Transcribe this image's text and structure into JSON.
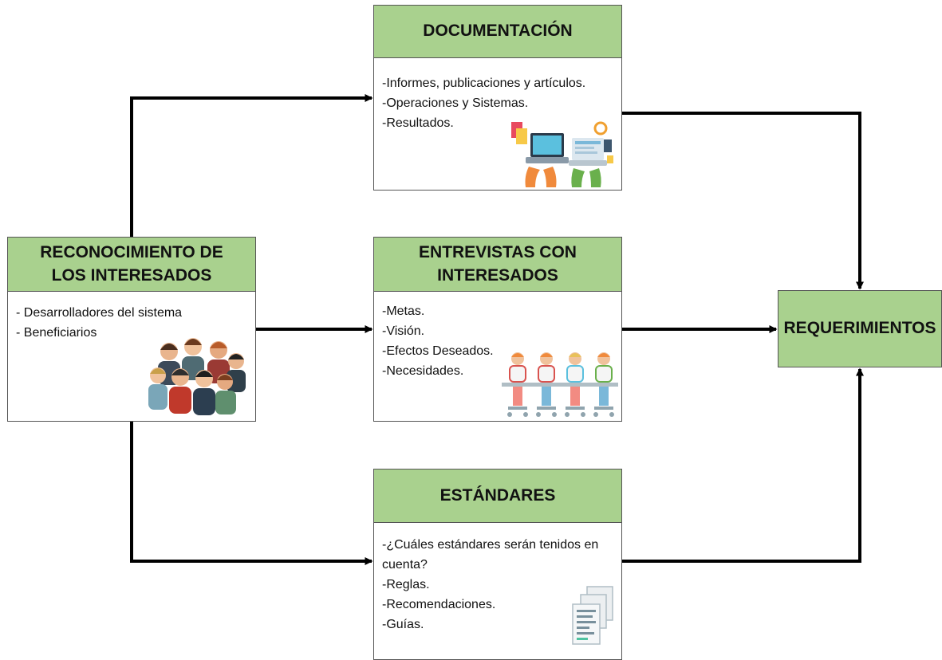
{
  "nodes": {
    "stakeholders": {
      "title": "RECONOCIMIENTO DE LOS INTERESADOS",
      "items": [
        "- Desarrolladores del sistema",
        "- Beneficiarios"
      ],
      "illustration": "people-group-icon"
    },
    "documentation": {
      "title": "DOCUMENTACIÓN",
      "items": [
        "-Informes, publicaciones y artículos.",
        "-Operaciones y Sistemas.",
        "-Resultados."
      ],
      "illustration": "computer-work-icon"
    },
    "interviews": {
      "title": "ENTREVISTAS CON INTERESADOS",
      "items": [
        "-Metas.",
        "-Visión.",
        "-Efectos Deseados.",
        "-Necesidades."
      ],
      "illustration": "meeting-table-icon"
    },
    "standards": {
      "title": "ESTÁNDARES",
      "items": [
        "-¿Cuáles estándares serán tenidos en",
        "cuenta?",
        "-Reglas.",
        "-Recomendaciones.",
        "-Guías."
      ],
      "illustration": "documents-stack-icon"
    },
    "requirements": {
      "title": "REQUERIMIENTOS"
    }
  },
  "edges": [
    {
      "from": "stakeholders",
      "to": "documentation"
    },
    {
      "from": "stakeholders",
      "to": "interviews"
    },
    {
      "from": "stakeholders",
      "to": "standards"
    },
    {
      "from": "documentation",
      "to": "requirements"
    },
    {
      "from": "interviews",
      "to": "requirements"
    },
    {
      "from": "standards",
      "to": "requirements"
    }
  ],
  "colors": {
    "header_fill": "#a9d18e",
    "border": "#555555",
    "arrow": "#000000"
  }
}
